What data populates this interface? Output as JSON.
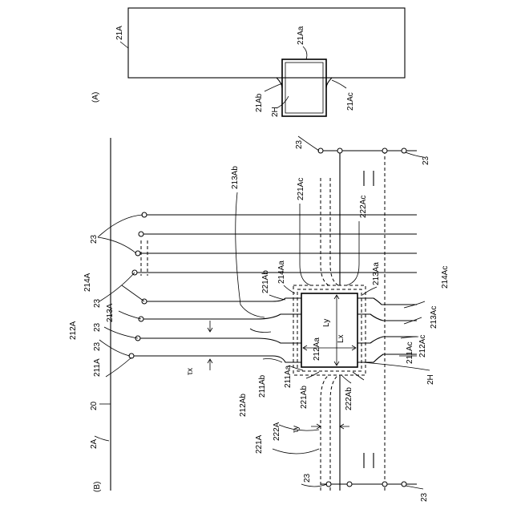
{
  "figure_a": {
    "caption": "(A)",
    "labels": [
      "21A",
      "21Aa",
      "21Ab",
      "2H",
      "21Ac"
    ]
  },
  "figure_b": {
    "caption": "(B)",
    "labels": [
      "2A",
      "20",
      "212A",
      "23",
      "211A",
      "213A",
      "23",
      "214A",
      "23",
      "23",
      "213Ab",
      "221Ac",
      "222Ac",
      "221Ab",
      "214Aa",
      "213Aa",
      "214Ac",
      "213Ac",
      "212Ac",
      "211Ac",
      "2H",
      "Ly",
      "Lx",
      "212Aa",
      "212Ab",
      "211Ab",
      "211Aa",
      "221Ab",
      "222Ab",
      "222A",
      "221A",
      "τx",
      "τy",
      "23",
      "23",
      "23"
    ]
  }
}
